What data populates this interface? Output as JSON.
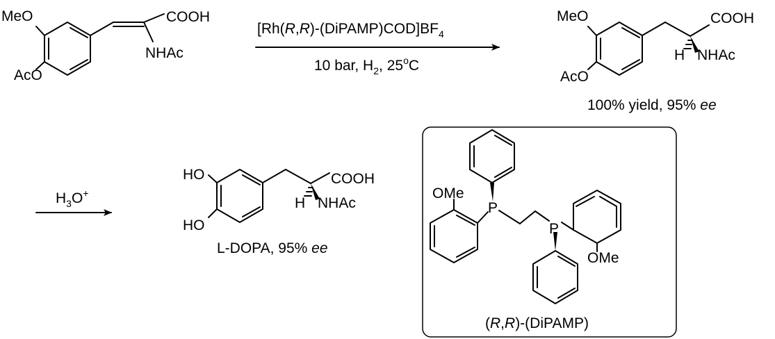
{
  "scheme": {
    "step1": {
      "reagent": {
        "prefix": "[Rh(",
        "r1": "R",
        "comma": ",",
        "r2": "R",
        "mid": ")-(DiPAMP)COD]BF",
        "sub": "4"
      },
      "conditions": {
        "a": "10 bar, H",
        "sub": "2",
        "b": ", 25",
        "sup": "o",
        "c": "C"
      }
    },
    "step2": {
      "reagent": {
        "a": "H",
        "sub": "3",
        "b": "O",
        "sup": "+"
      }
    },
    "substrate": {
      "meo": "MeO",
      "aco": "AcO",
      "cooh": "COOH",
      "nhac": "NHAc"
    },
    "intermediate": {
      "meo": "MeO",
      "aco": "AcO",
      "cooh": "COOH",
      "h": "H",
      "nhac": "NHAc",
      "result": {
        "a": "100% yield, 95% ",
        "ee": "ee"
      }
    },
    "product": {
      "ho1": "HO",
      "ho2": "HO",
      "cooh": "COOH",
      "h": "H",
      "nhac": "NHAc",
      "caption": {
        "a": "L-DOPA, 95% ",
        "ee": "ee"
      }
    },
    "ligand": {
      "ome1": "OMe",
      "ome2": "OMe",
      "p1": "P",
      "p2": "P",
      "caption": {
        "a": "(",
        "r1": "R",
        "comma": ",",
        "r2": "R",
        "b": ")-(DiPAMP)"
      }
    }
  }
}
